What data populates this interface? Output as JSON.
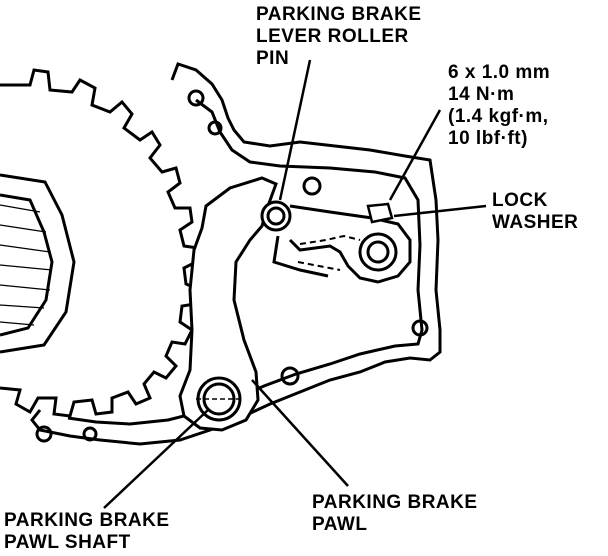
{
  "labels": {
    "roller_pin": [
      "PARKING BRAKE",
      "LEVER ROLLER",
      "PIN"
    ],
    "torque": [
      "6 x 1.0 mm",
      "14 N·m",
      "(1.4 kgf·m,",
      "10 lbf·ft)"
    ],
    "lock_washer": [
      "LOCK",
      "WASHER"
    ],
    "pawl": [
      "PARKING BRAKE",
      "PAWL"
    ],
    "pawl_shaft": [
      "PARKING BRAKE",
      "PAWL SHAFT"
    ]
  },
  "colors": {
    "ink": "#000000",
    "paper": "#ffffff"
  }
}
